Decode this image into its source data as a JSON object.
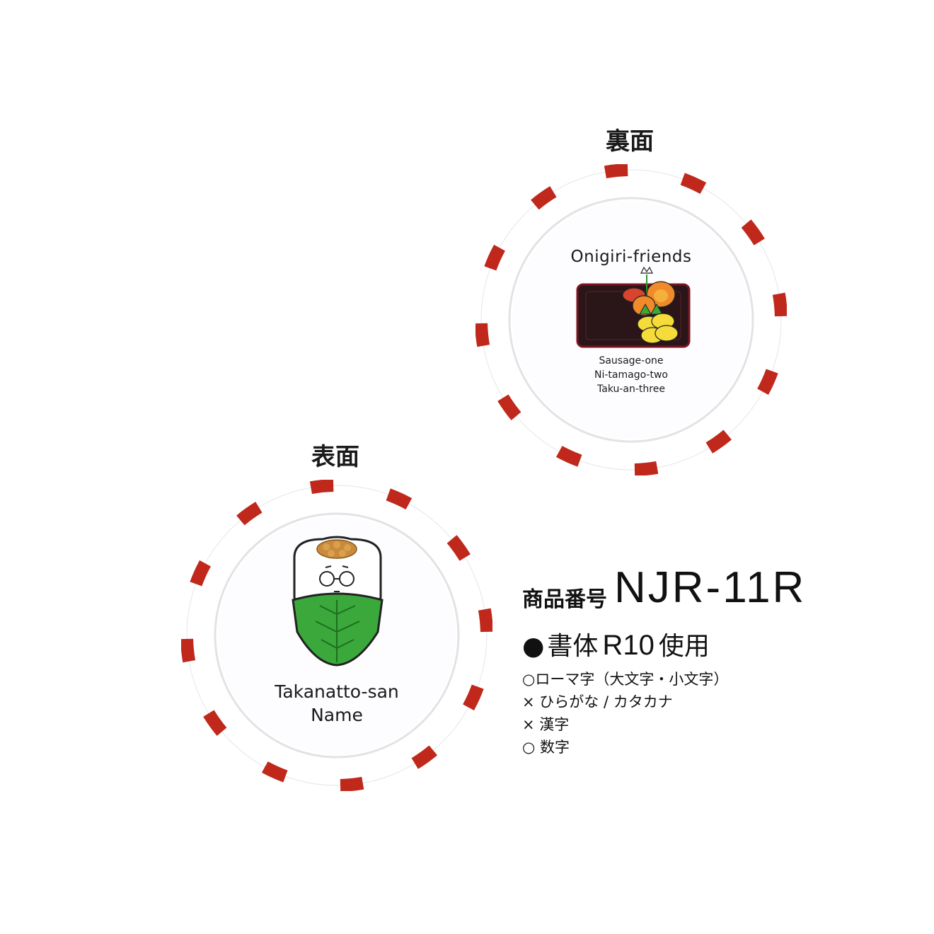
{
  "back_side": {
    "label": "裏面",
    "title": "Onigiri-friends",
    "lines": [
      "Sausage-one",
      "Ni-tamago-two",
      "Taku-an-three"
    ]
  },
  "front_side": {
    "label": "表面",
    "name_line1": "Takanatto-san",
    "name_line2": "Name"
  },
  "product": {
    "label": "商品番号",
    "code": "NJR-11R"
  },
  "font_info": {
    "bullet": "●",
    "prefix": "書体",
    "name": "R10",
    "suffix": "使用"
  },
  "support": [
    "○ローマ字（大文字・小文字）",
    "× ひらがな / カタカナ",
    "× 漢字",
    "○ 数字"
  ],
  "colors": {
    "chip_stripe": "#c0281c",
    "chip_body": "#ffffff",
    "bento_box": "#2a1518",
    "leaf_green": "#3aa83a",
    "egg_yellow": "#f5dc3a"
  }
}
